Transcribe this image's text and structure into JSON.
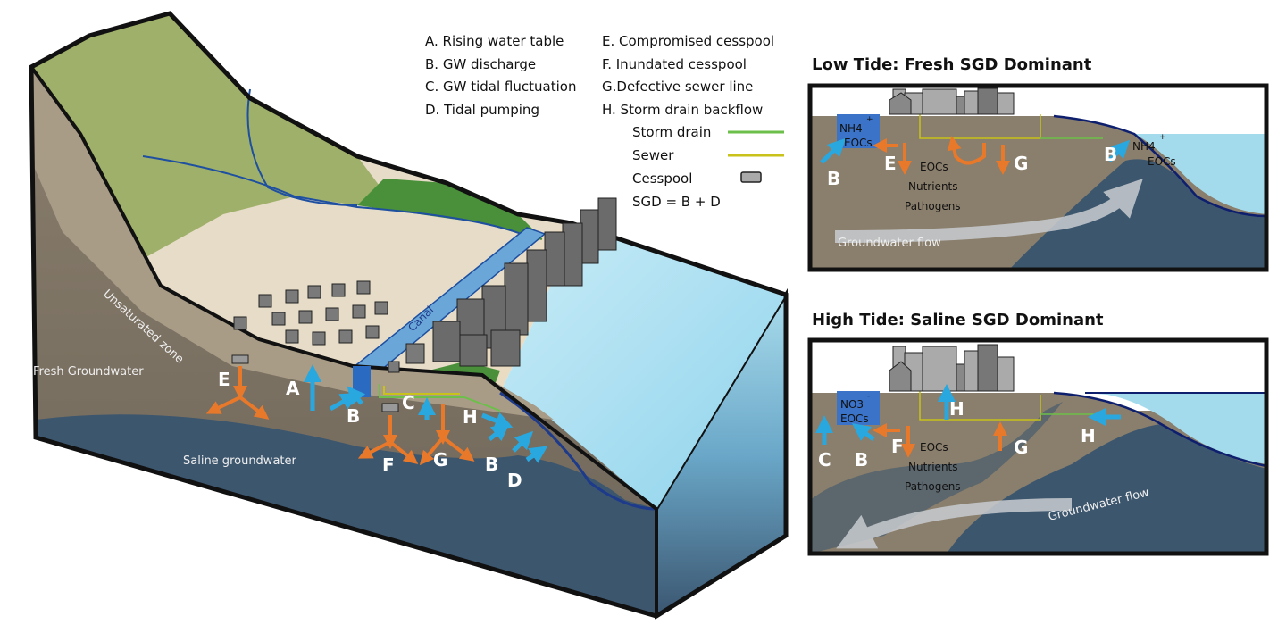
{
  "legend": {
    "processes": [
      "A. Rising water table",
      "B. GW discharge",
      "C. GW tidal fluctuation",
      "D. Tidal pumping",
      "E. Compromised cesspool",
      "F. Inundated cesspool",
      "G.Defective sewer line",
      "H. Storm drain backflow"
    ],
    "storm_drain": "Storm drain",
    "sewer": "Sewer",
    "cesspool": "Cesspool",
    "sgd_formula": "SGD = B + D",
    "colors": {
      "storm_drain": "#6cbf4a",
      "sewer": "#c8c21a",
      "discharge_arrow": "#29a8e0",
      "contaminant_arrow": "#e8782a"
    }
  },
  "block": {
    "unsaturated_zone": "Unsaturated zone",
    "fresh_groundwater": "Fresh Groundwater",
    "saline_groundwater": "Saline groundwater",
    "canal": "Canal",
    "labels": {
      "A": "A",
      "B1": "B",
      "C": "C",
      "E": "E",
      "F": "F",
      "G": "G",
      "H": "H",
      "B2": "B",
      "D": "D"
    }
  },
  "low_tide": {
    "title": "Low Tide: Fresh SGD Dominant",
    "nh4": "NH4",
    "plus": "+",
    "eocs": "EOCs",
    "contaminants": [
      "EOCs",
      "Nutrients",
      "Pathogens"
    ],
    "flow": "Groundwater flow",
    "labels": {
      "B1": "B",
      "E": "E",
      "G": "G",
      "B2": "B"
    }
  },
  "high_tide": {
    "title": "High Tide: Saline SGD Dominant",
    "no3": "NO3",
    "minus": "-",
    "eocs": "EOCs",
    "contaminants": [
      "EOCs",
      "Nutrients",
      "Pathogens"
    ],
    "flow": "Groundwater flow",
    "labels": {
      "C": "C",
      "B": "B",
      "F": "F",
      "H1": "H",
      "G": "G",
      "H2": "H"
    }
  }
}
